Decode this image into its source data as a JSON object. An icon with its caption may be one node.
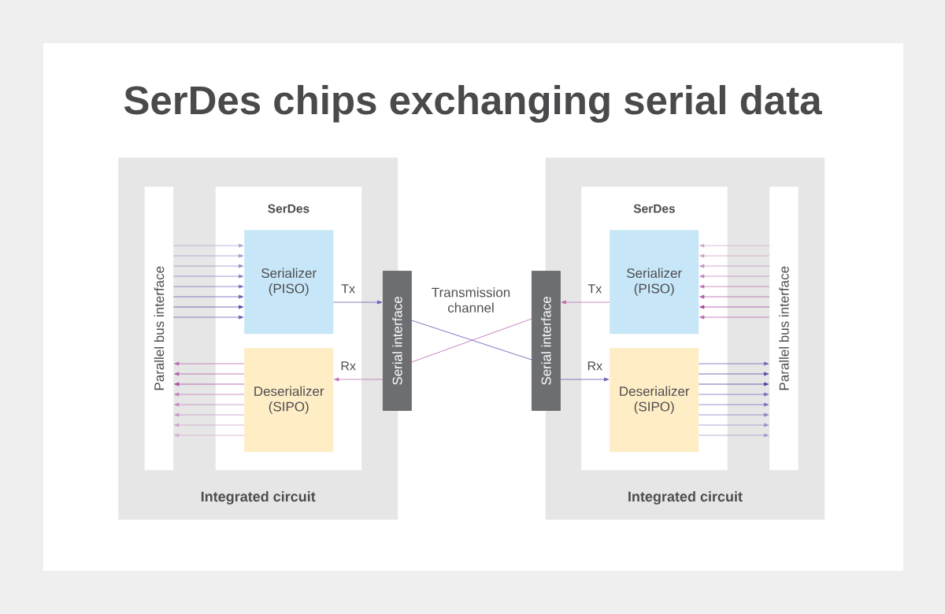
{
  "diagram": {
    "title": "SerDes chips exchanging serial data",
    "nodes": [
      {
        "text": [
          "Integrated circuit"
        ]
      },
      {
        "text": [
          "Parallel bus interface"
        ],
        "in": 0
      },
      {
        "text": [
          "SerDes"
        ],
        "in": 0
      },
      {
        "text": [
          "Serializer (PISO)"
        ],
        "in": 2
      },
      {
        "text": [
          "Deserializer (SIPO)"
        ],
        "in": 2
      },
      {
        "text": [
          "Serial interface"
        ]
      },
      {
        "text": [
          "Serial interface"
        ]
      },
      {
        "text": [
          "Integrated circuit"
        ]
      },
      {
        "text": [
          "SerDes"
        ],
        "in": 7
      },
      {
        "text": [
          "Serializer (PISO)"
        ],
        "in": 8
      },
      {
        "text": [
          "Deserializer (SIPO)"
        ],
        "in": 8
      },
      {
        "text": [
          "Parallel bus interface"
        ],
        "in": 7
      }
    ],
    "edges": [
      {
        "from": 1,
        "to": 3,
        "arrow": "to",
        "color": "#aba3d4"
      },
      {
        "from": 1,
        "to": 3,
        "arrow": "to",
        "color": "#a49bd0"
      },
      {
        "from": 1,
        "to": 3,
        "arrow": "to",
        "color": "#978dca"
      },
      {
        "from": 1,
        "to": 3,
        "arrow": "to",
        "color": "#8b80c4"
      },
      {
        "from": 1,
        "to": 3,
        "arrow": "to",
        "color": "#7e72bd"
      },
      {
        "from": 1,
        "to": 3,
        "arrow": "to",
        "color": "#6b5db4"
      },
      {
        "from": 1,
        "to": 3,
        "arrow": "to",
        "color": "#5b4ba9"
      },
      {
        "from": 1,
        "to": 3,
        "arrow": "to",
        "color": "#6b5fb3"
      },
      {
        "from": 4,
        "to": 1,
        "arrow": "to",
        "color": "#b86db0"
      },
      {
        "from": 4,
        "to": 1,
        "arrow": "to",
        "color": "#b060a8"
      },
      {
        "from": 4,
        "to": 1,
        "arrow": "to",
        "color": "#a8489e"
      },
      {
        "from": 4,
        "to": 1,
        "arrow": "to",
        "color": "#c07fb9"
      },
      {
        "from": 4,
        "to": 1,
        "arrow": "to",
        "color": "#c488be"
      },
      {
        "from": 4,
        "to": 1,
        "arrow": "to",
        "color": "#c992c4"
      },
      {
        "from": 4,
        "to": 1,
        "arrow": "to",
        "color": "#d0a3cc"
      },
      {
        "from": 4,
        "to": 1,
        "arrow": "to",
        "color": "#d4acd1"
      },
      {
        "from": 3,
        "to": 5,
        "arrow": "to",
        "label": "Tx",
        "color": "#6d60b5"
      },
      {
        "from": 5,
        "to": 4,
        "arrow": "to",
        "label": "Rx",
        "color": "#bb74b4"
      },
      {
        "from": 5,
        "to": 6,
        "arrow": "none",
        "color": "#5d53ad"
      },
      {
        "from": 6,
        "to": 5,
        "arrow": "none",
        "color": "#b964b1"
      },
      {
        "from": 11,
        "to": 9,
        "arrow": "to",
        "color": "#d4acd1"
      },
      {
        "from": 11,
        "to": 9,
        "arrow": "to",
        "color": "#d0a3cc"
      },
      {
        "from": 11,
        "to": 9,
        "arrow": "to",
        "color": "#c992c4"
      },
      {
        "from": 11,
        "to": 9,
        "arrow": "to",
        "color": "#c488be"
      },
      {
        "from": 11,
        "to": 9,
        "arrow": "to",
        "color": "#bd78b6"
      },
      {
        "from": 11,
        "to": 9,
        "arrow": "to",
        "color": "#b060a8"
      },
      {
        "from": 11,
        "to": 9,
        "arrow": "to",
        "color": "#a8489e"
      },
      {
        "from": 11,
        "to": 9,
        "arrow": "to",
        "color": "#b86db0"
      },
      {
        "from": 9,
        "to": 6,
        "arrow": "to",
        "label": "Tx",
        "color": "#bb6fb3"
      },
      {
        "from": 6,
        "to": 10,
        "arrow": "to",
        "label": "Rx",
        "color": "#6b5eb4"
      },
      {
        "from": 10,
        "to": 11,
        "arrow": "to",
        "color": "#7367b8"
      },
      {
        "from": 10,
        "to": 11,
        "arrow": "to",
        "color": "#5b4ba9"
      },
      {
        "from": 10,
        "to": 11,
        "arrow": "to",
        "color": "#5142a3"
      },
      {
        "from": 10,
        "to": 11,
        "arrow": "to",
        "color": "#7a6ebc"
      },
      {
        "from": 10,
        "to": 11,
        "arrow": "to",
        "color": "#7f73be"
      },
      {
        "from": 10,
        "to": 11,
        "arrow": "to",
        "color": "#8b80c4"
      },
      {
        "from": 10,
        "to": 11,
        "arrow": "to",
        "color": "#9b92cc"
      },
      {
        "from": 10,
        "to": 11,
        "arrow": "to",
        "color": "#a69ed2"
      }
    ],
    "labels": [
      "Transmission channel"
    ]
  }
}
